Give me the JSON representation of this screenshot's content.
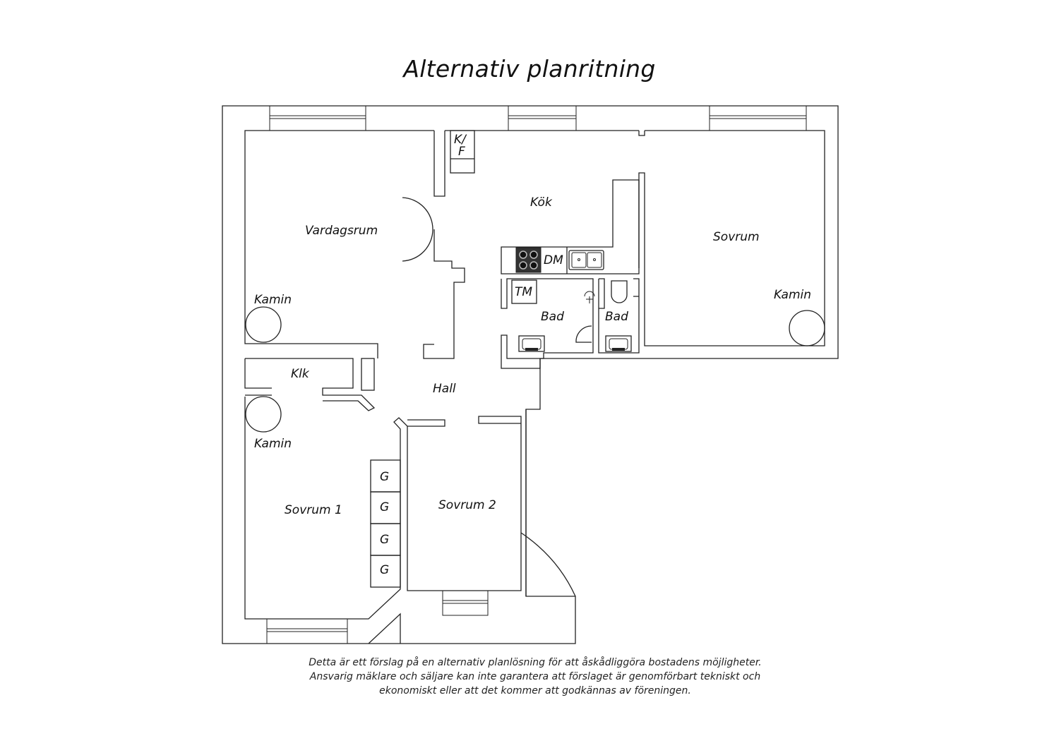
{
  "title": "Alternativ planritning",
  "rooms": {
    "vardagsrum": "Vardagsrum",
    "kok": "Kök",
    "sovrum": "Sovrum",
    "kamin_vardagsrum": "Kamin",
    "kamin_sovrum": "Kamin",
    "kamin_sovrum1": "Kamin",
    "klk": "Klk",
    "hall": "Hall",
    "bad_main": "Bad",
    "bad_small": "Bad",
    "sovrum1": "Sovrum 1",
    "sovrum2": "Sovrum 2",
    "kf_top": "K/",
    "kf_bottom": "F",
    "dm": "DM",
    "tm": "TM",
    "garderob": [
      "G",
      "G",
      "G",
      "G"
    ]
  },
  "disclaimer": [
    "Detta är ett förslag på en alternativ planlösning för att åskådliggöra bostadens möjligheter.",
    "Ansvarig mäklare och säljare kan inte garantera att förslaget är genomförbart tekniskt och",
    "ekonomiskt eller att det kommer att godkännas av föreningen."
  ]
}
